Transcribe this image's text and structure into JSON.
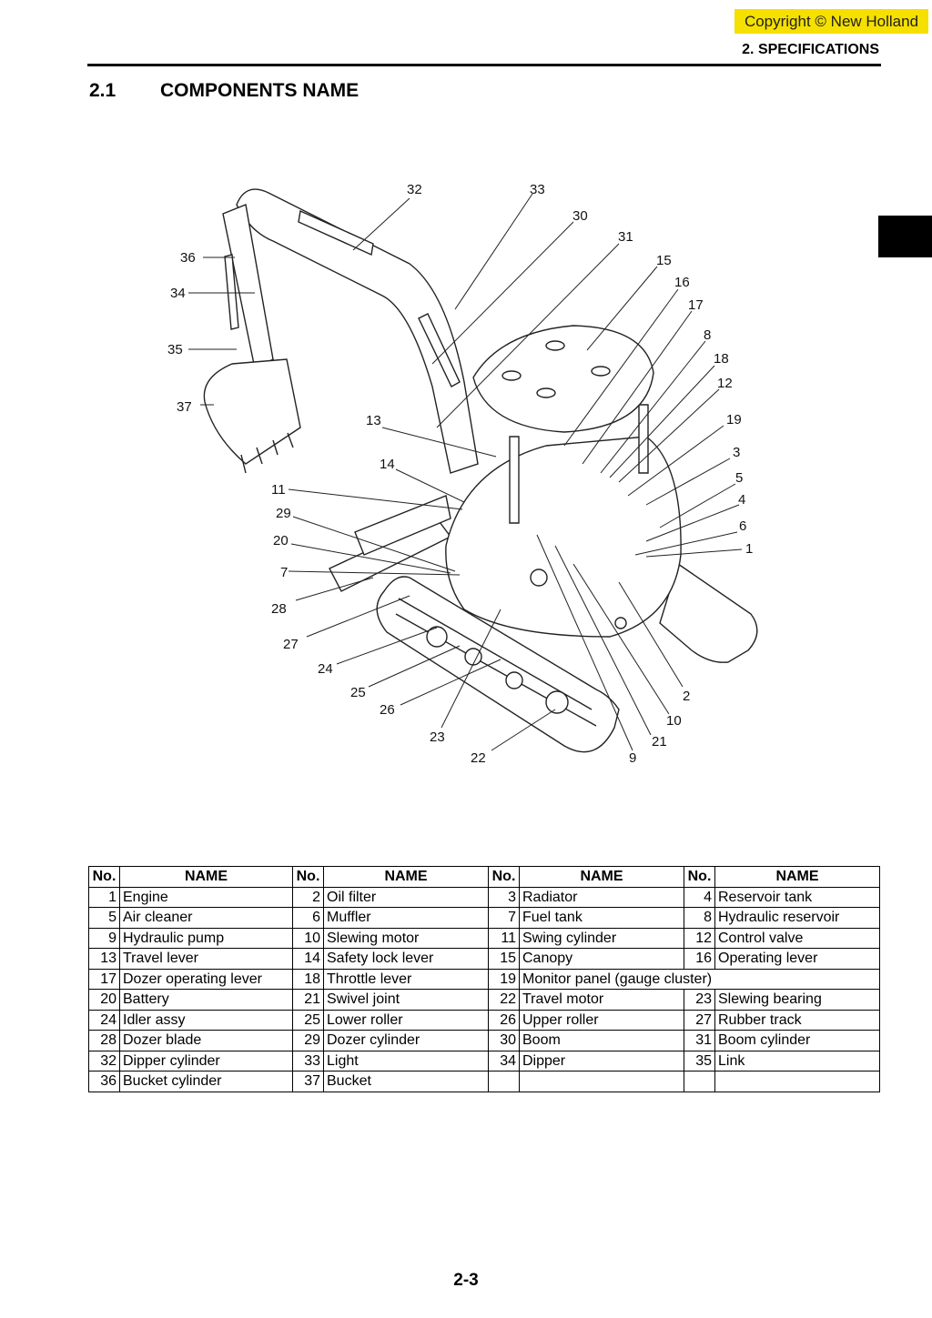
{
  "header": {
    "copyright": "Copyright © New Holland",
    "section": "2. SPECIFICATIONS"
  },
  "heading": {
    "number": "2.1",
    "title": "COMPONENTS NAME"
  },
  "diagram": {
    "callouts": [
      "32",
      "33",
      "30",
      "31",
      "15",
      "16",
      "17",
      "8",
      "18",
      "12",
      "19",
      "3",
      "5",
      "4",
      "6",
      "1",
      "36",
      "34",
      "35",
      "37",
      "13",
      "14",
      "11",
      "29",
      "20",
      "7",
      "28",
      "27",
      "24",
      "25",
      "26",
      "23",
      "22",
      "2",
      "10",
      "21",
      "9"
    ]
  },
  "table": {
    "headers": [
      "No.",
      "NAME",
      "No.",
      "NAME",
      "No.",
      "NAME",
      "No.",
      "NAME"
    ],
    "rows": [
      [
        {
          "no": "1",
          "name": "Engine"
        },
        {
          "no": "2",
          "name": "Oil filter"
        },
        {
          "no": "3",
          "name": "Radiator"
        },
        {
          "no": "4",
          "name": "Reservoir tank"
        }
      ],
      [
        {
          "no": "5",
          "name": "Air cleaner"
        },
        {
          "no": "6",
          "name": "Muffler"
        },
        {
          "no": "7",
          "name": "Fuel tank"
        },
        {
          "no": "8",
          "name": "Hydraulic reservoir"
        }
      ],
      [
        {
          "no": "9",
          "name": "Hydraulic pump"
        },
        {
          "no": "10",
          "name": "Slewing motor"
        },
        {
          "no": "11",
          "name": "Swing cylinder"
        },
        {
          "no": "12",
          "name": "Control valve"
        }
      ],
      [
        {
          "no": "13",
          "name": "Travel lever"
        },
        {
          "no": "14",
          "name": "Safety lock lever"
        },
        {
          "no": "15",
          "name": "Canopy"
        },
        {
          "no": "16",
          "name": "Operating lever"
        }
      ],
      [
        {
          "no": "17",
          "name": "Dozer operating lever"
        },
        {
          "no": "18",
          "name": "Throttle lever"
        },
        {
          "no": "19",
          "name": "Monitor panel (gauge cluster)"
        },
        {
          "no": "",
          "name": ""
        }
      ],
      [
        {
          "no": "20",
          "name": "Battery"
        },
        {
          "no": "21",
          "name": "Swivel joint"
        },
        {
          "no": "22",
          "name": "Travel motor"
        },
        {
          "no": "23",
          "name": "Slewing bearing"
        }
      ],
      [
        {
          "no": "24",
          "name": "Idler assy"
        },
        {
          "no": "25",
          "name": "Lower roller"
        },
        {
          "no": "26",
          "name": "Upper roller"
        },
        {
          "no": "27",
          "name": "Rubber track"
        }
      ],
      [
        {
          "no": "28",
          "name": "Dozer blade"
        },
        {
          "no": "29",
          "name": "Dozer cylinder"
        },
        {
          "no": "30",
          "name": "Boom"
        },
        {
          "no": "31",
          "name": "Boom cylinder"
        }
      ],
      [
        {
          "no": "32",
          "name": "Dipper cylinder"
        },
        {
          "no": "33",
          "name": "Light"
        },
        {
          "no": "34",
          "name": "Dipper"
        },
        {
          "no": "35",
          "name": "Link"
        }
      ],
      [
        {
          "no": "36",
          "name": "Bucket cylinder"
        },
        {
          "no": "37",
          "name": "Bucket"
        },
        {
          "no": "",
          "name": ""
        },
        {
          "no": "",
          "name": ""
        }
      ]
    ]
  },
  "footer": {
    "page": "2-3"
  }
}
